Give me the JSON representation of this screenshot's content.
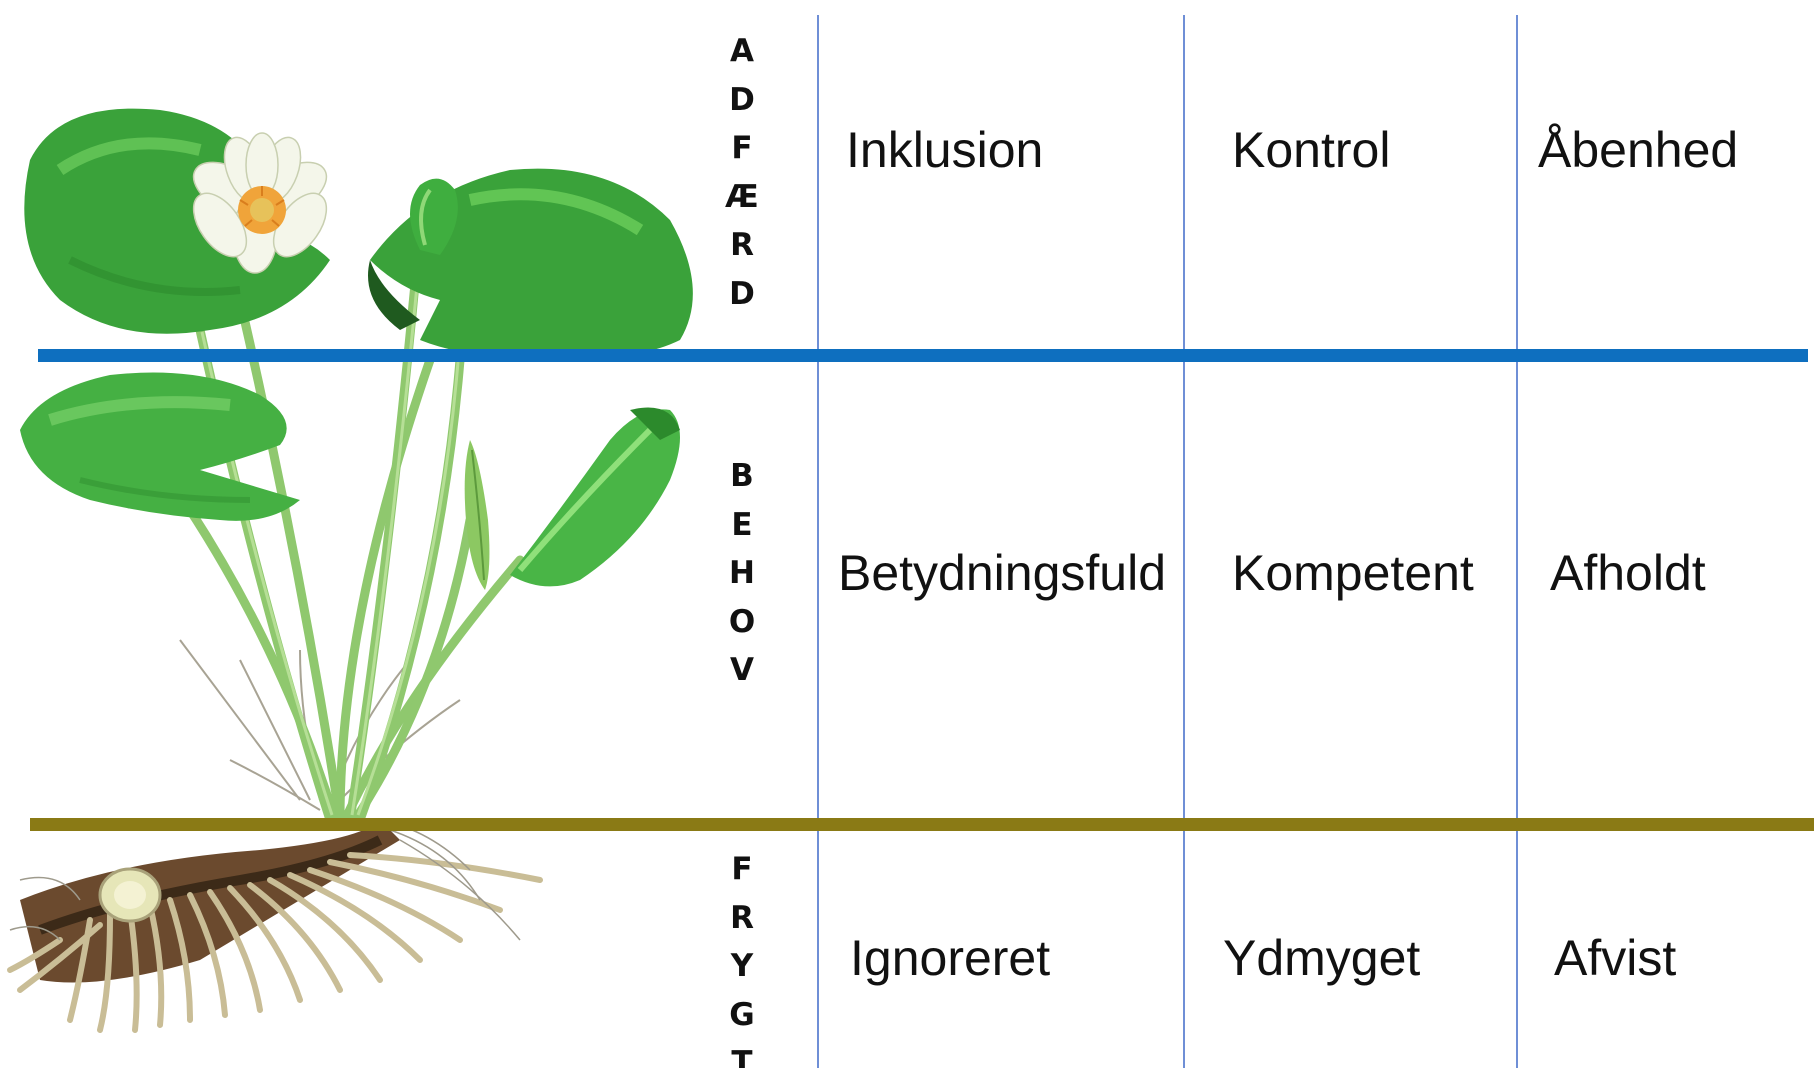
{
  "colors": {
    "top_divider": "#0e6fbf",
    "bottom_divider": "#8a7a15",
    "column_divider": "#6f8fd6",
    "text": "#111111"
  },
  "rows": [
    {
      "label": "ADFÆRD",
      "letters": [
        "A",
        "D",
        "F",
        "Æ",
        "R",
        "D"
      ],
      "cells": [
        "Inklusion",
        "Kontrol",
        "Åbenhed"
      ]
    },
    {
      "label": "BEHOV",
      "letters": [
        "B",
        "E",
        "H",
        "O",
        "V"
      ],
      "cells": [
        "Betydningsfuld",
        "Kompetent",
        "Afholdt"
      ]
    },
    {
      "label": "FRYGT",
      "letters": [
        "F",
        "R",
        "Y",
        "G",
        "T"
      ],
      "cells": [
        "Ignoreret",
        "Ydmyget",
        "Afvist"
      ]
    }
  ],
  "illustration": "water-lily-plant-illustration"
}
